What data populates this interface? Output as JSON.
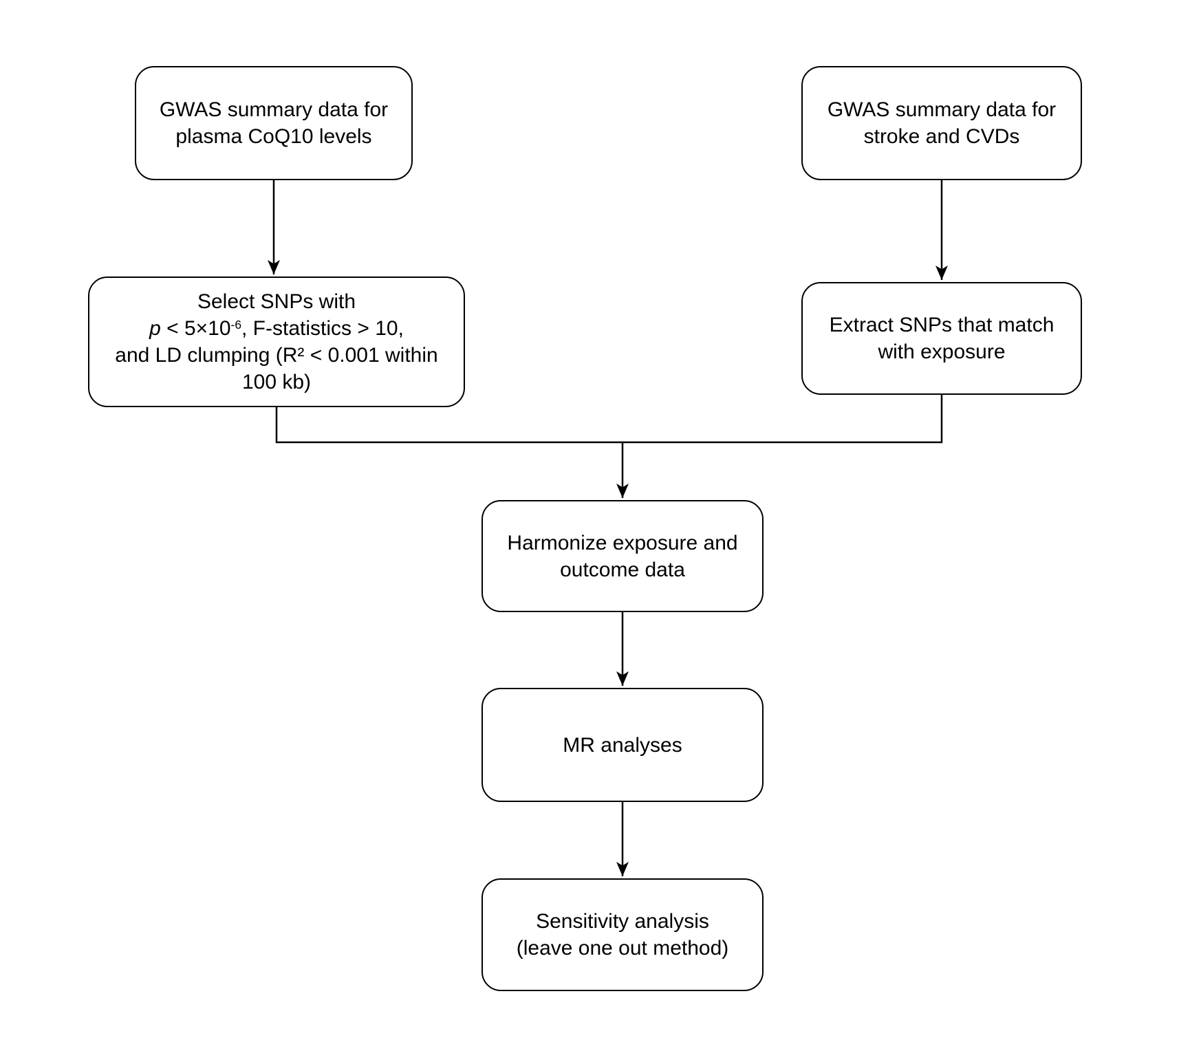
{
  "canvas": {
    "background": "#ffffff",
    "stroke_color": "#000000",
    "text_color": "#000000"
  },
  "nodes": {
    "gwas_exposure": {
      "line1": "GWAS summary data for",
      "line2": "plasma CoQ10 levels"
    },
    "gwas_outcome": {
      "line1": "GWAS summary data for",
      "line2": "stroke and CVDs"
    },
    "select_snps": {
      "line1": "Select SNPs with",
      "line2_p": "p",
      "line2_mid": " < 5×10",
      "line2_sup": "-6",
      "line2_end": ", F-statistics > 10,",
      "line3": "and LD clumping (R² < 0.001 within",
      "line4": "100 kb)"
    },
    "extract_snps": {
      "line1": "Extract SNPs that match",
      "line2": "with exposure"
    },
    "harmonize": {
      "line1": "Harmonize exposure and",
      "line2": "outcome data"
    },
    "mr_analyses": {
      "line1": "MR analyses"
    },
    "sensitivity": {
      "line1": "Sensitivity analysis",
      "line2": "(leave one out method)"
    }
  }
}
